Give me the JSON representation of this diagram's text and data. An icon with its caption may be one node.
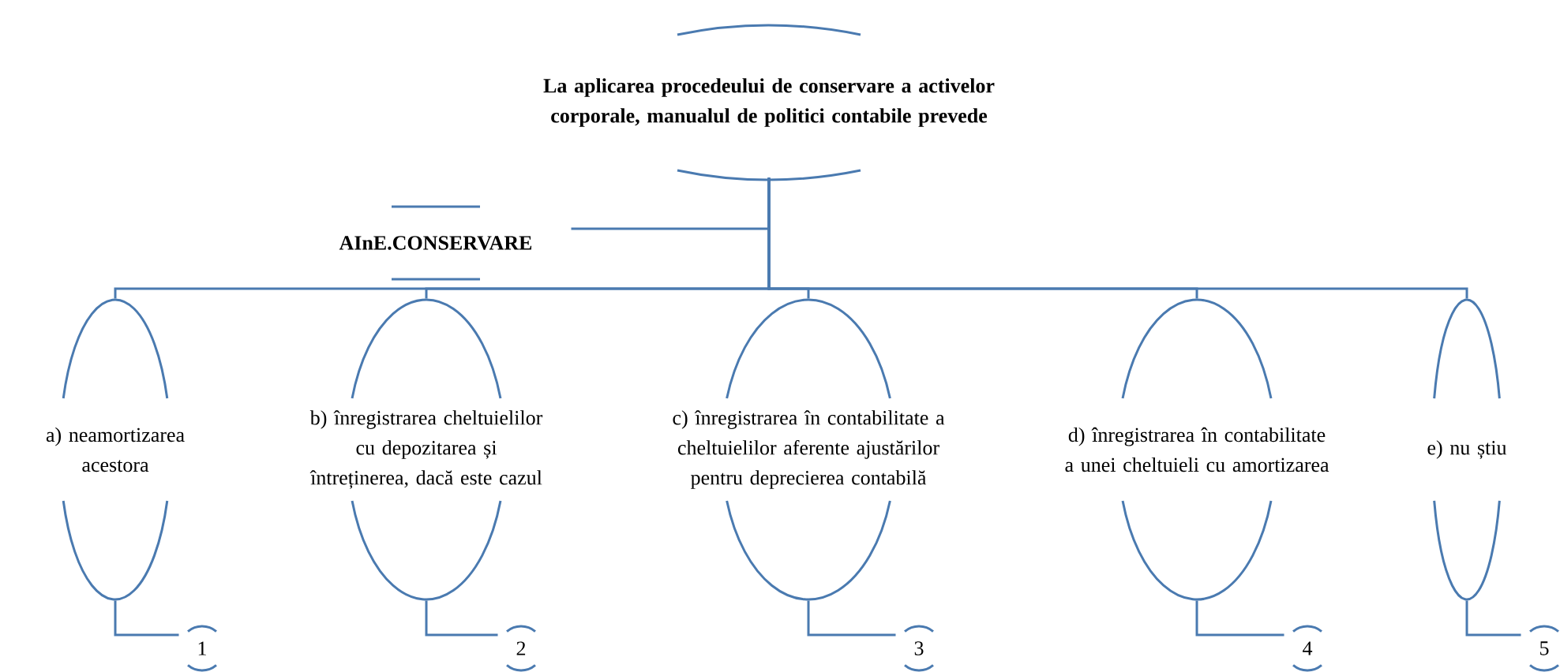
{
  "diagram": {
    "nodes": [
      {
        "text": [
          "La aplicarea procedeului de conservare a activelor corporale, manualul de politici contabile prevede"
        ]
      },
      {
        "text": [
          "AInE.CONSERVARE"
        ]
      },
      {
        "text": [
          "a) neamortizarea acestora"
        ]
      },
      {
        "text": [
          "b) înregistrarea cheltuielilor cu depozitarea și întreținerea, dacă este cazul"
        ]
      },
      {
        "text": [
          "c) înregistrarea în contabilitate a cheltuielilor aferente ajustărilor pentru deprecierea contabilă"
        ]
      },
      {
        "text": [
          "d) înregistrarea în contabilitate a unei cheltuieli cu amortizarea"
        ]
      },
      {
        "text": [
          "e) nu știu"
        ]
      },
      {
        "text": [
          "1"
        ]
      },
      {
        "text": [
          "2"
        ]
      },
      {
        "text": [
          "3"
        ]
      },
      {
        "text": [
          "4"
        ]
      },
      {
        "text": [
          "5"
        ]
      }
    ],
    "edges": [
      {
        "from": 0,
        "to": 1,
        "arrow": "none"
      },
      {
        "from": 0,
        "to": 2,
        "arrow": "none"
      },
      {
        "from": 0,
        "to": 3,
        "arrow": "none"
      },
      {
        "from": 0,
        "to": 4,
        "arrow": "none"
      },
      {
        "from": 0,
        "to": 5,
        "arrow": "none"
      },
      {
        "from": 0,
        "to": 6,
        "arrow": "none"
      },
      {
        "from": 2,
        "to": 7,
        "arrow": "none"
      },
      {
        "from": 3,
        "to": 8,
        "arrow": "none"
      },
      {
        "from": 4,
        "to": 9,
        "arrow": "none"
      },
      {
        "from": 5,
        "to": 10,
        "arrow": "none"
      },
      {
        "from": 6,
        "to": 11,
        "arrow": "none"
      }
    ]
  }
}
